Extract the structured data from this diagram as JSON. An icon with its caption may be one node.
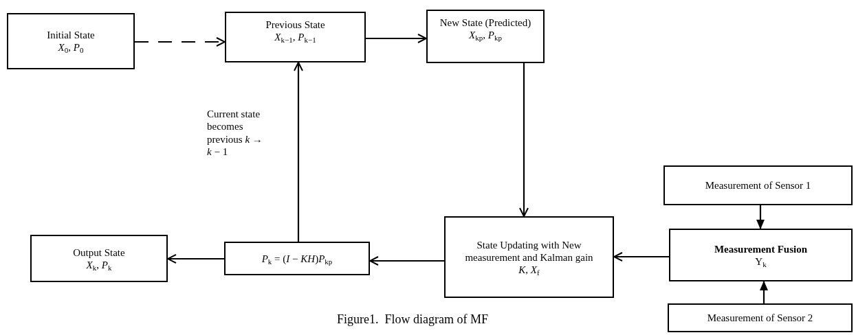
{
  "diagram": {
    "caption": "Figure1.  Flow diagram of MF",
    "nodes": [
      {
        "text": [
          "Initial State",
          "*X*$_{0}$, *P*$_{0}$"
        ]
      },
      {
        "text": [
          "Previous State",
          "*X*$_{k−1}$, *P*$_{k−1}$"
        ]
      },
      {
        "text": [
          "New State (Predicted)",
          "*X*$_{kp}$, *P*$_{kp}$"
        ]
      },
      {
        "text": [
          "State Updating with New measurement and Kalman gain",
          "*K*, *X*$_{f}$"
        ]
      },
      {
        "text": [
          "Measurement Fusion",
          "Y$_{k}$"
        ]
      },
      {
        "text": [
          "Measurement of Sensor 1"
        ]
      },
      {
        "text": [
          "Measurement of Sensor 2"
        ]
      },
      {
        "text": [
          "*P*$_{k}$ = (*I* − *KH*)*P*$_{kp}$"
        ]
      },
      {
        "text": [
          "Output State",
          "*X*$_{k}$, *P*$_{k}$"
        ]
      }
    ],
    "edges": [
      {
        "from": 0,
        "to": 1,
        "arrow": "to",
        "style": "dashed"
      },
      {
        "from": 1,
        "to": 2,
        "arrow": "to"
      },
      {
        "from": 2,
        "to": 3,
        "arrow": "to"
      },
      {
        "from": 4,
        "to": 3,
        "arrow": "to"
      },
      {
        "from": 3,
        "to": 7,
        "arrow": "to"
      },
      {
        "from": 7,
        "to": 8,
        "arrow": "to"
      },
      {
        "from": 7,
        "to": 1,
        "arrow": "to",
        "label": "Current state becomes previous *k* → *k* − 1"
      },
      {
        "from": 5,
        "to": 4,
        "arrow": "to"
      },
      {
        "from": 6,
        "to": 4,
        "arrow": "to"
      }
    ]
  }
}
